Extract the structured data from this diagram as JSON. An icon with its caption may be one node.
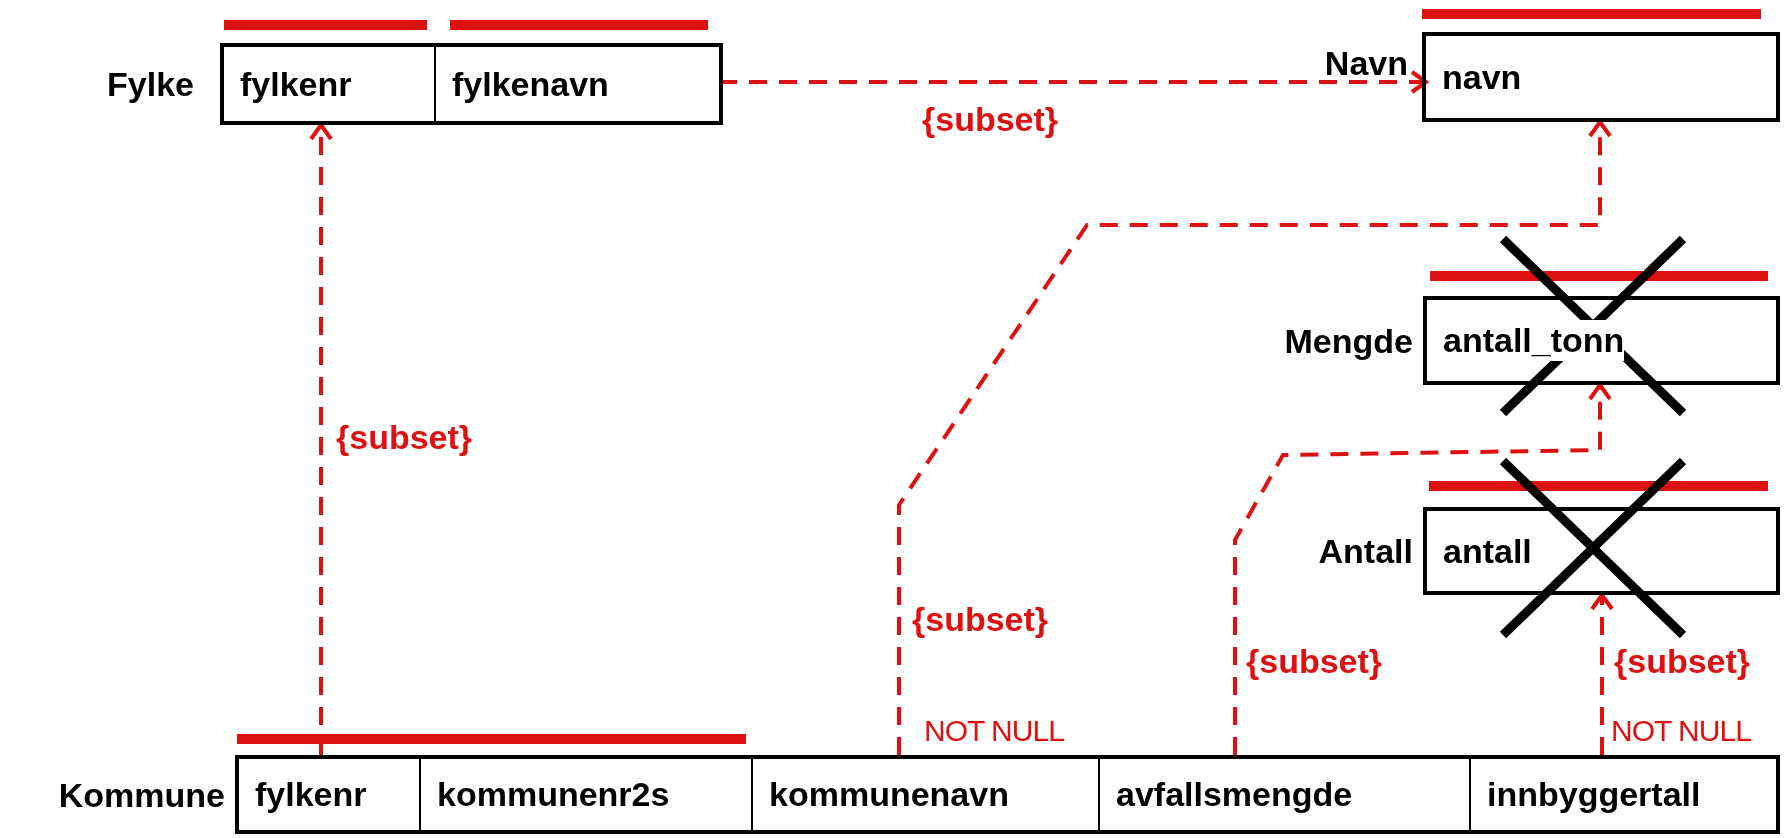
{
  "diagram": {
    "nodes": [
      {
        "text": [
          "Fylke"
        ]
      },
      {
        "text": [
          "fylkenr"
        ],
        "in": 0
      },
      {
        "text": [
          "fylkenavn"
        ],
        "in": 0
      },
      {
        "text": [
          "Navn"
        ]
      },
      {
        "text": [
          "navn"
        ],
        "in": 3
      },
      {
        "text": [
          "Mengde"
        ]
      },
      {
        "text": [
          "antall_tonn"
        ],
        "in": 5
      },
      {
        "text": [
          "Antall"
        ]
      },
      {
        "text": [
          "antall"
        ],
        "in": 7
      },
      {
        "text": [
          "Kommune"
        ]
      },
      {
        "text": [
          "fylkenr"
        ],
        "in": 9
      },
      {
        "text": [
          "kommunenr2s"
        ],
        "in": 9
      },
      {
        "text": [
          "kommunenavn"
        ],
        "in": 9
      },
      {
        "text": [
          "avfallsmengde"
        ],
        "in": 9
      },
      {
        "text": [
          "innbyggertall"
        ],
        "in": 9
      }
    ],
    "edges": [
      {
        "from": 10,
        "to": 1,
        "arrow": "to",
        "label": "{subset}",
        "style": "dashed"
      },
      {
        "from": 2,
        "to": 4,
        "arrow": "to",
        "label": "{subset}",
        "style": "dashed"
      },
      {
        "from": 12,
        "to": 4,
        "arrow": "to",
        "label": "{subset}",
        "style": "dashed"
      },
      {
        "from": 13,
        "to": 6,
        "arrow": "to",
        "label": "{subset}",
        "style": "dashed"
      },
      {
        "from": 14,
        "to": 8,
        "arrow": "to",
        "label": "{subset}",
        "style": "dashed"
      }
    ],
    "labels": [
      "NOT NULL",
      "NOT NULL"
    ]
  }
}
